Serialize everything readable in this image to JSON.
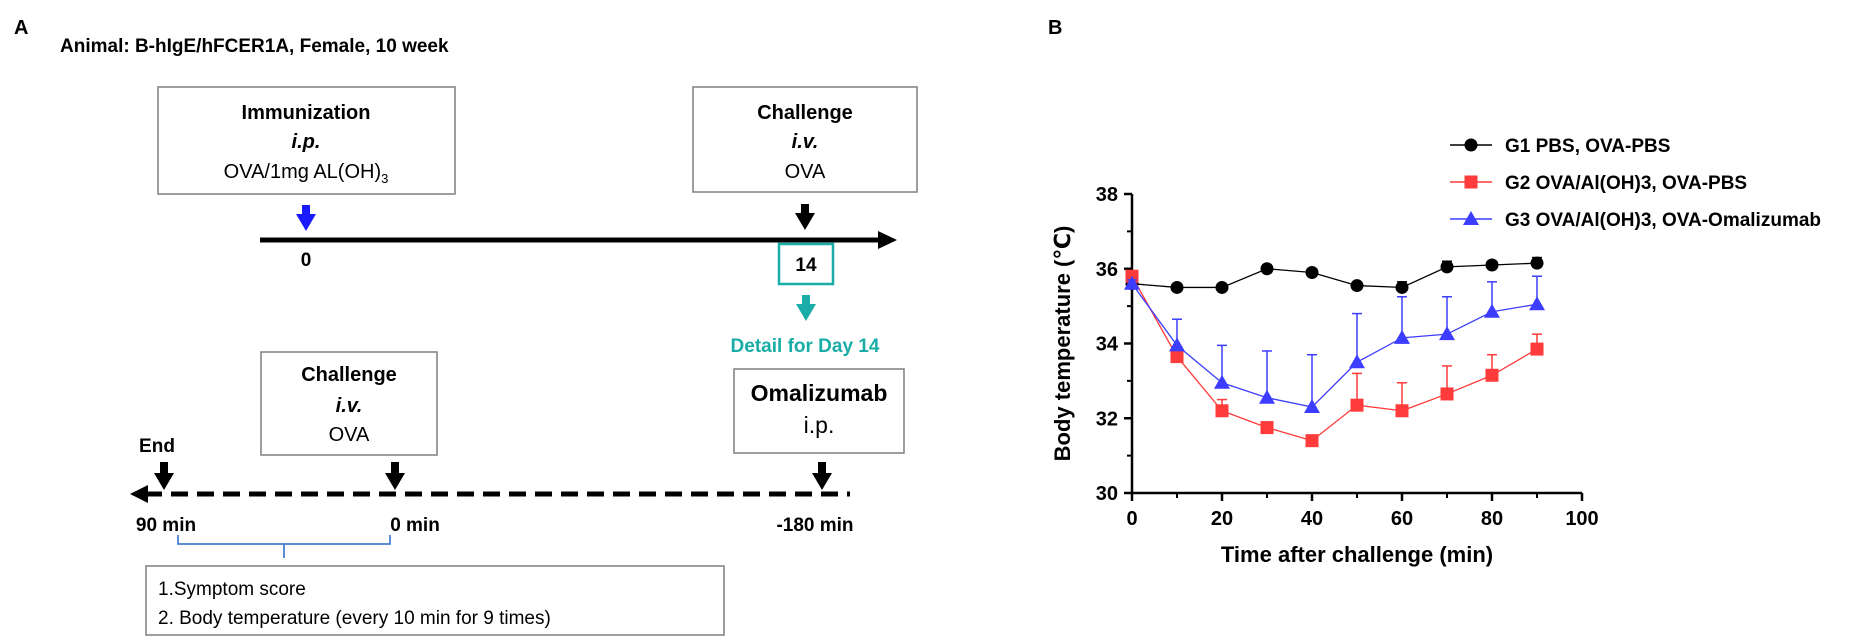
{
  "panel_a": {
    "label": "A",
    "animal": "Animal: B-hIgE/hFCER1A, Female, 10 week",
    "immunization": {
      "title": "Immunization",
      "route": "i.p.",
      "agent": "OVA/1mg AL(OH)",
      "agent_sub": "3",
      "day": "0"
    },
    "challenge_top": {
      "title": "Challenge",
      "route": "i.v.",
      "agent": "OVA",
      "day": "14"
    },
    "detail_caption": "Detail for Day 14",
    "challenge_bottom": {
      "title": "Challenge",
      "route": "i.v.",
      "agent": "OVA"
    },
    "omalizumab": {
      "title": "Omalizumab",
      "route": "i.p."
    },
    "end_label": "End",
    "time_labels": {
      "t90": "90 min",
      "t0": "0 min",
      "t_180": "-180 min"
    },
    "readouts": [
      "1.Symptom score",
      "2. Body temperature (every 10 min for 9 times)"
    ],
    "colors": {
      "blue_arrow": "#1a1aff",
      "teal": "#1aada8",
      "box_border": "#7f7f7f",
      "bracket": "#4a7fd1"
    }
  },
  "panel_b": {
    "label": "B"
  },
  "chart_data": {
    "type": "line",
    "xlabel": "Time after challenge (min)",
    "ylabel": "Body temperature (℃)",
    "xlim": [
      0,
      100
    ],
    "ylim": [
      30,
      38
    ],
    "xticks": [
      "0",
      "20",
      "40",
      "60",
      "80",
      "100"
    ],
    "yticks": [
      "30",
      "32",
      "34",
      "36",
      "38"
    ],
    "legend_position": "top-right",
    "x": [
      0,
      10,
      20,
      30,
      40,
      50,
      60,
      70,
      80,
      90
    ],
    "series": [
      {
        "name": "G1 PBS, OVA-PBS",
        "marker": "circle",
        "color": "#000000",
        "values": [
          35.6,
          35.5,
          35.5,
          36.0,
          35.9,
          35.55,
          35.5,
          36.05,
          36.1,
          36.15
        ],
        "errors": [
          0.05,
          0.05,
          0.05,
          0.05,
          0.05,
          0.05,
          0.15,
          0.15,
          0.1,
          0.15
        ]
      },
      {
        "name": "G2 OVA/Al(OH)3, OVA-PBS",
        "marker": "square",
        "color": "#ff3b3b",
        "values": [
          35.8,
          33.65,
          32.2,
          31.75,
          31.4,
          32.35,
          32.2,
          32.65,
          33.15,
          33.85
        ],
        "errors": [
          0.1,
          0.1,
          0.3,
          0.05,
          0.05,
          0.85,
          0.75,
          0.75,
          0.55,
          0.4
        ]
      },
      {
        "name": "G3 OVA/Al(OH)3, OVA-Omalizumab",
        "marker": "triangle",
        "color": "#3d3dff",
        "values": [
          35.6,
          33.95,
          32.95,
          32.55,
          32.3,
          33.5,
          34.15,
          34.25,
          34.85,
          35.05
        ],
        "errors": [
          0.1,
          0.7,
          1.0,
          1.25,
          1.4,
          1.3,
          1.1,
          1.0,
          0.8,
          0.75
        ]
      }
    ]
  }
}
